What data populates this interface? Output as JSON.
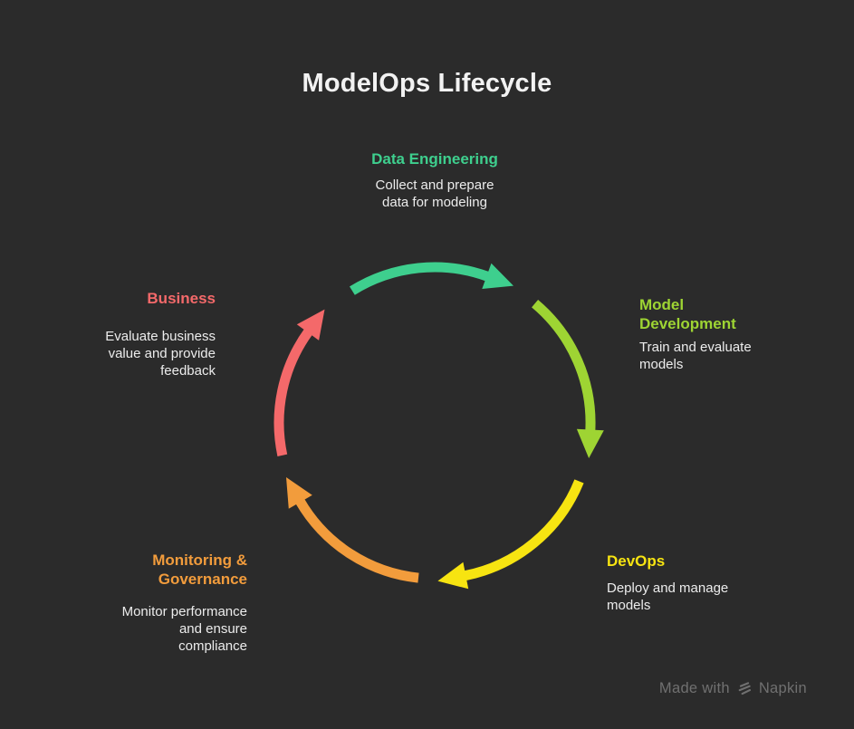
{
  "title": "ModelOps Lifecycle",
  "colors": {
    "background": "#2b2b2b",
    "title_text": "#f2f2f2",
    "body_text": "#ececec",
    "watermark": "#707070"
  },
  "stages": [
    {
      "id": "data-engineering",
      "label": "Data Engineering",
      "description": "Collect and prepare\ndata for modeling",
      "color": "#3ecf8e"
    },
    {
      "id": "model-development",
      "label": "Model\nDevelopment",
      "description": "Train and evaluate\nmodels",
      "color": "#9ed433"
    },
    {
      "id": "devops",
      "label": "DevOps",
      "description": "Deploy and manage\nmodels",
      "color": "#f7e411"
    },
    {
      "id": "monitoring-governance",
      "label": "Monitoring &\nGovernance",
      "description": "Monitor performance\nand ensure\ncompliance",
      "color": "#f29c3c"
    },
    {
      "id": "business",
      "label": "Business",
      "description": "Evaluate business\nvalue and provide\nfeedback",
      "color": "#f4696a"
    }
  ],
  "cycle": {
    "direction": "clockwise",
    "segments": [
      {
        "stage_id": "data-engineering",
        "color": "#3ecf8e",
        "start_deg": -32,
        "end_deg": 20
      },
      {
        "stage_id": "model-development",
        "color": "#9ed433",
        "start_deg": 40,
        "end_deg": 93
      },
      {
        "stage_id": "devops",
        "color": "#f7e411",
        "start_deg": 112,
        "end_deg": 169
      },
      {
        "stage_id": "monitoring-governance",
        "color": "#f29c3c",
        "start_deg": 186,
        "end_deg": 240
      },
      {
        "stage_id": "business",
        "color": "#f4696a",
        "start_deg": 258,
        "end_deg": 306
      }
    ]
  },
  "watermark": {
    "prefix": "Made with",
    "brand": "Napkin"
  }
}
